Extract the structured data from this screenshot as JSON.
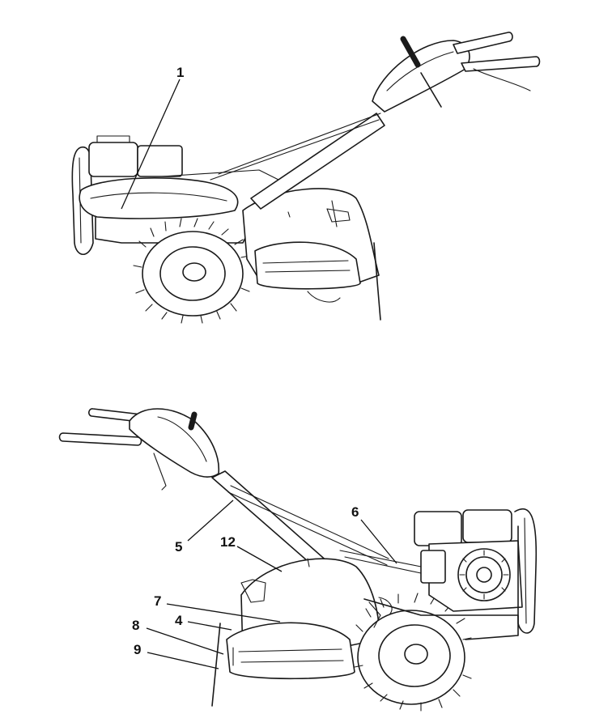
{
  "figure": {
    "top_view_callouts": [
      "1"
    ],
    "bottom_view_callouts": [
      "5",
      "12",
      "6",
      "7",
      "4",
      "8",
      "9"
    ]
  }
}
